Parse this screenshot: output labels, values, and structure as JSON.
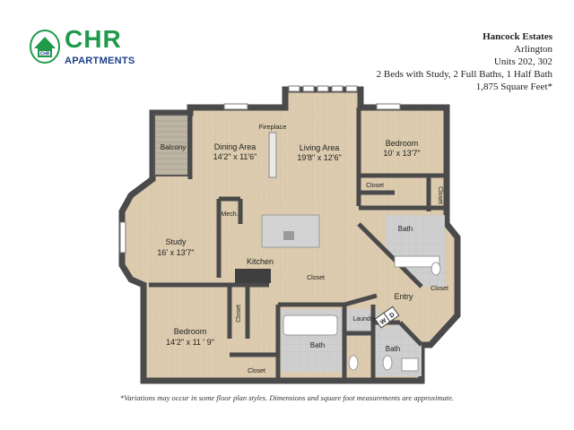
{
  "brand": {
    "name": "CHR",
    "tagline": "APARTMENTS",
    "emblem_text": "CHR",
    "color": "#1f9a4a",
    "tagline_color": "#1f3f8a"
  },
  "property": {
    "title": "Hancock Estates",
    "city": "Arlington",
    "units": "Units 202, 302",
    "layout": "2 Beds with Study, 2 Full Baths, 1 Half Bath",
    "area": "1,875 Square Feet*"
  },
  "rooms": {
    "balcony": {
      "name": "Balcony"
    },
    "dining": {
      "name": "Dining Area",
      "dims": "14'2\" x 11'6\""
    },
    "fireplace": {
      "name": "Fireplace"
    },
    "living": {
      "name": "Living Area",
      "dims": "19'8\" x 12'6\""
    },
    "bedroom1": {
      "name": "Bedroom",
      "dims": "10' x 13'7\""
    },
    "closet_a": {
      "name": "Closet"
    },
    "closet_b": {
      "name": "Closet"
    },
    "mech": {
      "name": "Mech."
    },
    "bath1": {
      "name": "Bath"
    },
    "study": {
      "name": "Study",
      "dims": "16' x 13'7\""
    },
    "kitchen": {
      "name": "Kitchen"
    },
    "closet_c": {
      "name": "Closet"
    },
    "closet_d": {
      "name": "Closet"
    },
    "entry": {
      "name": "Entry"
    },
    "bedroom2": {
      "name": "Bedroom",
      "dims": "14'2\" x 11 ' 9\""
    },
    "closet_e": {
      "name": "Closet"
    },
    "laundry": {
      "name": "Laundry"
    },
    "washer": {
      "name": "W"
    },
    "dryer": {
      "name": "D"
    },
    "bath2": {
      "name": "Bath"
    },
    "bath3": {
      "name": "Bath"
    },
    "closet_f": {
      "name": "Closet"
    }
  },
  "disclaimer": "*Variations may occur in some floor plan styles.  Dimensions and square foot measurements are approximate.",
  "colors": {
    "wall": "#4a4a4a",
    "wood": "#d9c9ad",
    "tile": "#c9c9c9",
    "counter": "#d3d3d3",
    "balcony": "#b8b0a0"
  }
}
